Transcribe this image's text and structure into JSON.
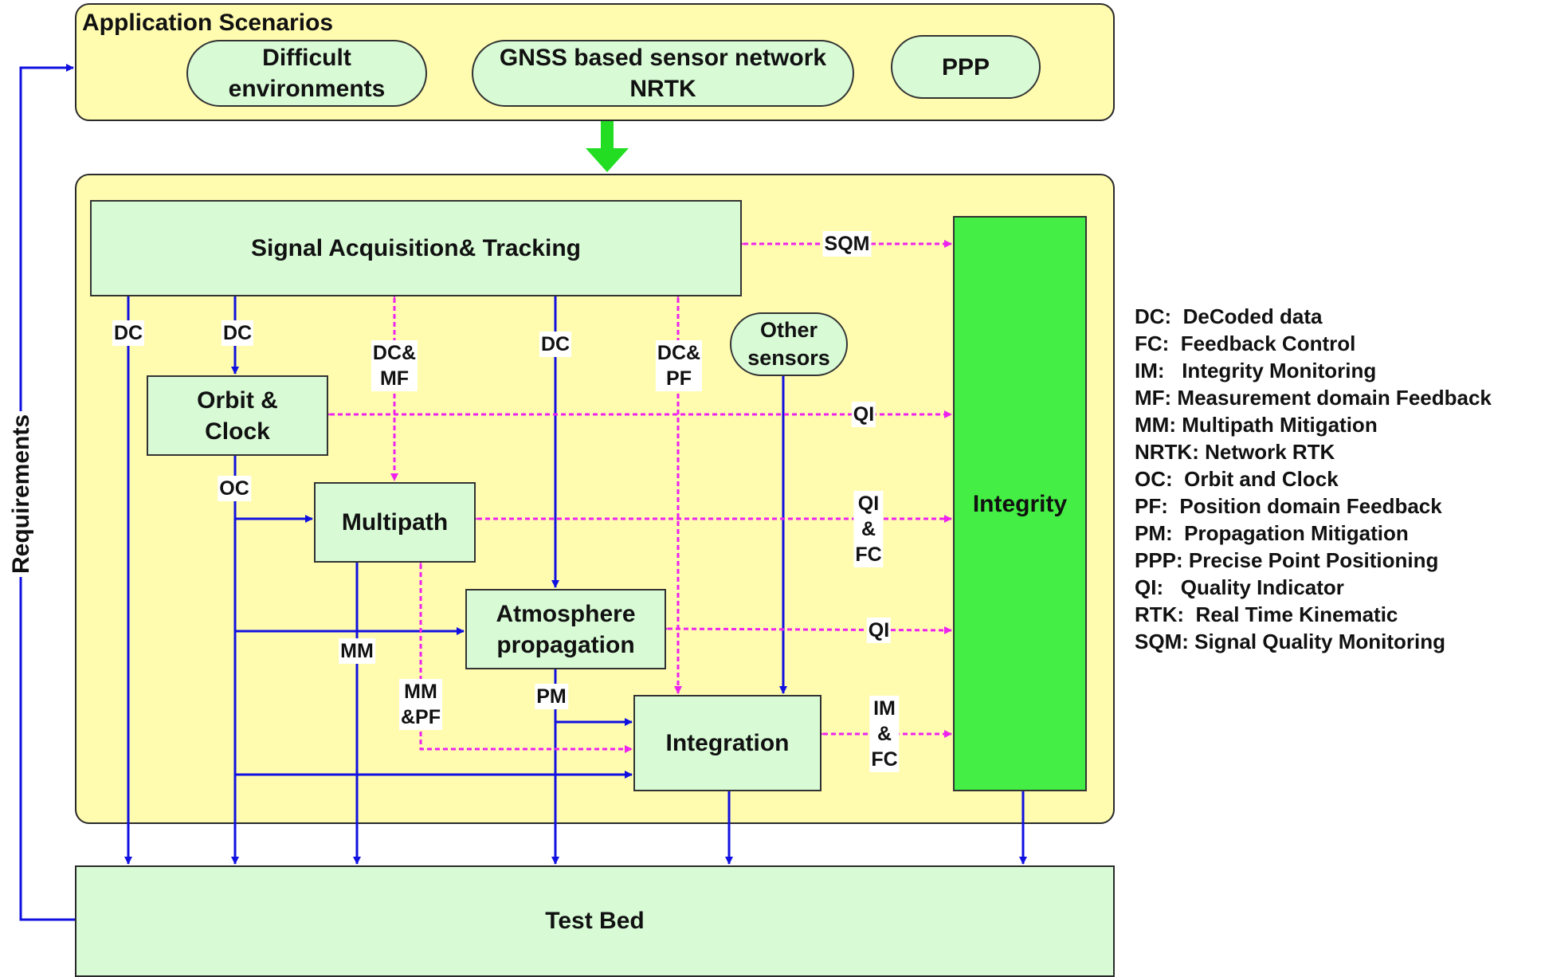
{
  "application_scenarios": {
    "title": "Application Scenarios",
    "items": [
      {
        "label": "Difficult\nenvironments"
      },
      {
        "label": "GNSS based sensor network\nNRTK"
      },
      {
        "label": "PPP"
      }
    ]
  },
  "side_label": "Requirements",
  "blocks": {
    "signal": "Signal Acquisition& Tracking",
    "orbit": "Orbit &\nClock",
    "multipath": "Multipath",
    "atmosphere": "Atmosphere\npropagation",
    "integration": "Integration",
    "other_sensors": "Other\nsensors",
    "integrity": "Integrity",
    "test_bed": "Test Bed"
  },
  "connector_labels": {
    "dc_1": "DC",
    "dc_2": "DC",
    "dc_mf": "DC&\nMF",
    "dc_3": "DC",
    "dc_pf": "DC&\nPF",
    "sqm": "SQM",
    "qi_orbit": "QI",
    "oc": "OC",
    "qi_fc": "QI\n&\nFC",
    "qi_atmos": "QI",
    "mm": "MM",
    "mm_pf": "MM\n&PF",
    "pm": "PM",
    "im_fc": "IM\n&\nFC"
  },
  "legend": [
    "DC:  DeCoded data",
    "FC:  Feedback Control",
    "IM:   Integrity Monitoring",
    "MF: Measurement domain Feedback",
    "MM: Multipath Mitigation",
    "NRTK: Network RTK",
    "OC:  Orbit and Clock",
    "PF:  Position domain Feedback",
    "PM:  Propagation Mitigation",
    "PPP: Precise Point Positioning",
    "QI:   Quality Indicator",
    "RTK:  Real Time Kinematic",
    "SQM: Signal Quality Monitoring"
  ],
  "colors": {
    "panel_yellow": "#fffcb0",
    "block_green": "#d8fbd6",
    "integrity_green": "#44ee44",
    "data_flow_blue": "#1010e0",
    "feedback_magenta": "#ee22ee",
    "scenario_arrow_green": "#22dd22"
  }
}
